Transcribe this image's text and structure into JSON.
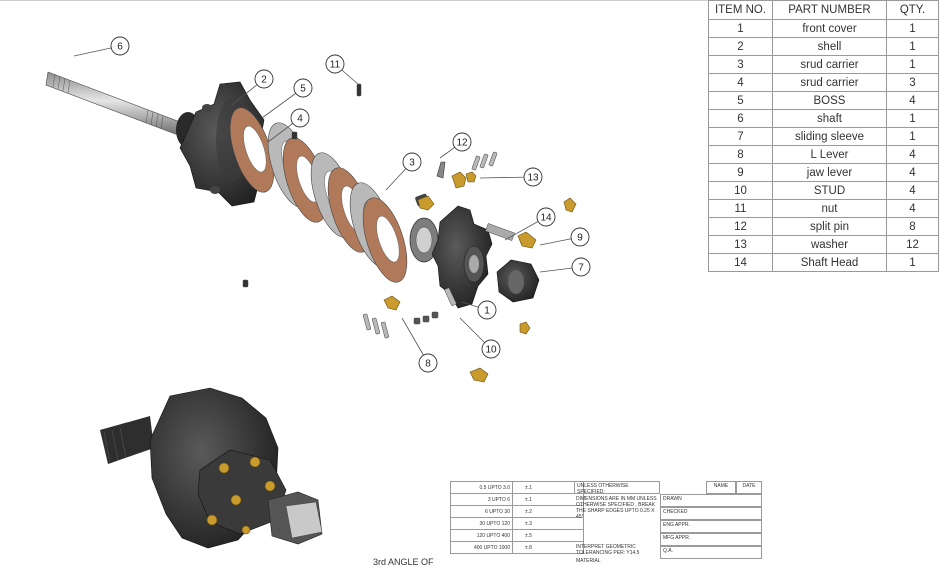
{
  "bom": {
    "headers": [
      "ITEM NO.",
      "PART NUMBER",
      "QTY."
    ],
    "rows": [
      [
        "1",
        "front cover",
        "1"
      ],
      [
        "2",
        "shell",
        "1"
      ],
      [
        "3",
        "srud carrier",
        "1"
      ],
      [
        "4",
        "srud carrier",
        "3"
      ],
      [
        "5",
        "BOSS",
        "4"
      ],
      [
        "6",
        "shaft",
        "1"
      ],
      [
        "7",
        "sliding sleeve",
        "1"
      ],
      [
        "8",
        "L Lever",
        "4"
      ],
      [
        "9",
        "jaw lever",
        "4"
      ],
      [
        "10",
        "STUD",
        "4"
      ],
      [
        "11",
        "nut",
        "4"
      ],
      [
        "12",
        "split pin",
        "8"
      ],
      [
        "13",
        "washer",
        "12"
      ],
      [
        "14",
        "Shaft Head",
        "1"
      ]
    ]
  },
  "balloons": [
    "6",
    "2",
    "5",
    "4",
    "11",
    "12",
    "3",
    "13",
    "14",
    "9",
    "7",
    "1",
    "10",
    "8"
  ],
  "title_block": {
    "tolerance_rows": [
      [
        "0.5 UPTO 3.0",
        "±.1"
      ],
      [
        "3 UPTO 6",
        "±.1"
      ],
      [
        "6 UPTO 30",
        "±.2"
      ],
      [
        "30 UPTO 120",
        "±.3"
      ],
      [
        "120 UPTO 400",
        "±.5"
      ],
      [
        "400 UPTO 1000",
        "±.8"
      ]
    ],
    "unless_specified": "UNLESS OTHERWISE SPECIFIED:",
    "dimensions_note": "DIMENSIONS ARE IN MM UNLESS OTHERWISE SPECIFIED , BREAK THE SHARP EDGES UPTO 0.25 X 45°",
    "geo_tolerancing": "INTERPRET GEOMETRIC TOLERANCING PER: Y14.5",
    "material": "MATERIAL",
    "name_header": "NAME",
    "date_header": "DATE",
    "sign_rows": [
      "DRAWN",
      "CHECKED",
      "ENG APPR.",
      "MFG APPR.",
      "Q.A."
    ],
    "projection": "3rd ANGLE OF"
  },
  "colors": {
    "part_dark": "#2b2b2b",
    "friction_disc": "#b07a5a",
    "steel_disc": "#b9b9b9",
    "brass": "#c89b2c",
    "line": "#555555"
  }
}
